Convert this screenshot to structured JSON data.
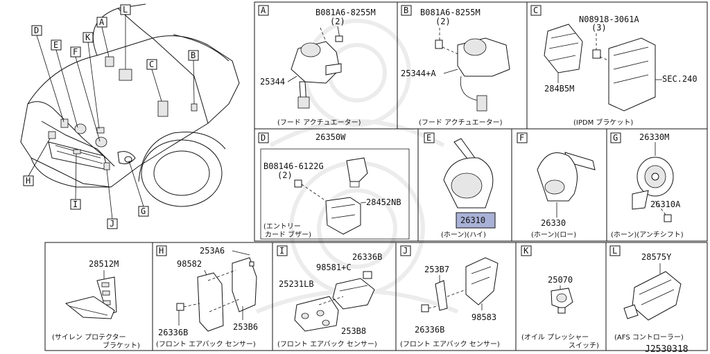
{
  "diagram_id": "J2530318",
  "overview": {
    "callouts": [
      "A",
      "B",
      "C",
      "D",
      "E",
      "F",
      "G",
      "H",
      "I",
      "J",
      "K",
      "L"
    ]
  },
  "panels": {
    "A": {
      "letter": "A",
      "bolt": "B081A6-8255M",
      "bolt_qty": "(2)",
      "part": "25344",
      "caption": "(フード アクチュエーター)"
    },
    "B": {
      "letter": "B",
      "bolt": "B081A6-8255M",
      "bolt_qty": "(2)",
      "part": "25344+A",
      "caption": "(フード アクチュエーター)"
    },
    "C": {
      "letter": "C",
      "nut": "N08918-3061A",
      "nut_qty": "(3)",
      "part": "284B5M",
      "ref": "SEC.240",
      "caption": "(IPDM ブラケット)"
    },
    "D": {
      "letter": "D",
      "part_top": "26350W",
      "bolt": "B08146-6122G",
      "bolt_qty": "(2)",
      "part_side": "28452NB",
      "caption_line1": "(エントリー",
      "caption_line2": "カード ブザー)"
    },
    "E": {
      "letter": "E",
      "part": "26310",
      "caption": "(ホーン)(ハイ)"
    },
    "F": {
      "letter": "F",
      "part": "26330",
      "caption": "(ホーン)(ロー)"
    },
    "G": {
      "letter": "G",
      "part_top": "26330M",
      "part_side": "26310A",
      "caption": "(ホーン)(アンチシフト)"
    },
    "blank": {
      "part": "28512M",
      "caption_line1": "(サイレン プロテクター",
      "caption_line2": "ブラケット)"
    },
    "H": {
      "letter": "H",
      "p1": "253A6",
      "p2": "98582",
      "p3": "26336B",
      "p4": "253B6",
      "caption": "(フロント エアバック センサー)"
    },
    "I": {
      "letter": "I",
      "p1": "26336B",
      "p2": "98581+C",
      "p3": "25231LB",
      "p4": "253B8",
      "caption": "(フロント エアバック センサー)"
    },
    "J": {
      "letter": "J",
      "p1": "253B7",
      "p2": "26336B",
      "p3": "98583",
      "caption": "(フロント エアバック センサー)"
    },
    "K": {
      "letter": "K",
      "part": "25070",
      "caption_line1": "(オイル プレッシャー",
      "caption_line2": "スイッチ)"
    },
    "L": {
      "letter": "L",
      "part": "28575Y",
      "caption": "(AFS コントローラー)"
    }
  },
  "colors": {
    "highlight": "#a9b1d6"
  }
}
